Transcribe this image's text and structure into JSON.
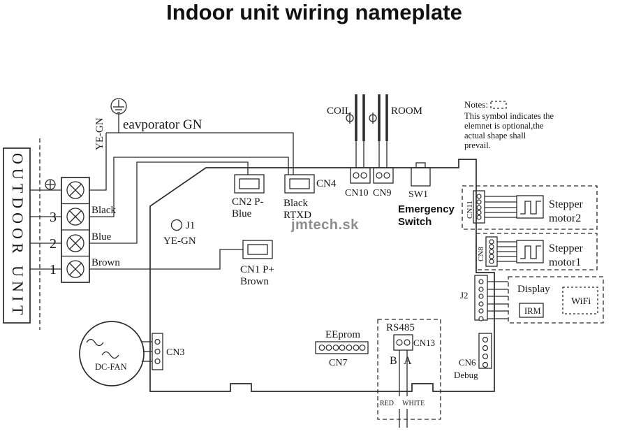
{
  "title": "Indoor unit wiring nameplate",
  "watermark": "jmtech.sk",
  "outdoor_unit": "OUTDOOR UNIT",
  "terminals": {
    "n3": "3",
    "n2": "2",
    "n1": "1"
  },
  "wires": {
    "black": "Black",
    "blue": "Blue",
    "brown": "Brown",
    "ye_gn": "YE-GN",
    "evaporator": "eavporator GN",
    "red": "RED",
    "white": "WHITE"
  },
  "sensors": {
    "coil": "COIL",
    "room": "ROOM"
  },
  "switch": {
    "name": "SW1",
    "label1": "Emergency",
    "label2": "Switch"
  },
  "connectors": {
    "cn2_1": "CN2 P-",
    "cn2_2": "Blue",
    "cn4": "CN4",
    "cn4_1": "Black",
    "cn4_2": "RTXD",
    "cn1_1": "CN1 P+",
    "cn1_2": "Brown",
    "j1": "J1",
    "j1_wire": "YE-GN",
    "cn10": "CN10",
    "cn9": "CN9",
    "cn3": "CN3",
    "eeprom": "EEprom",
    "cn7": "CN7",
    "rs485": "RS485",
    "cn13": "CN13",
    "b": "B",
    "a": "A",
    "cn6": "CN6",
    "debug": "Debug",
    "cn11": "CN11",
    "cn8": "CN8",
    "j2": "J2"
  },
  "steppers": {
    "s2_1": "Stepper",
    "s2_2": "motor2",
    "s1_1": "Stepper",
    "s1_2": "motor1"
  },
  "display": {
    "label": "Display",
    "wifi": "WiFi",
    "irm": "IRM"
  },
  "fan": "DC-FAN",
  "notes": {
    "head": "Notes:",
    "l1": "This symbol indicates the",
    "l2": "elemnet is optional,the",
    "l3": "actual shape shall",
    "l4": "prevail."
  }
}
